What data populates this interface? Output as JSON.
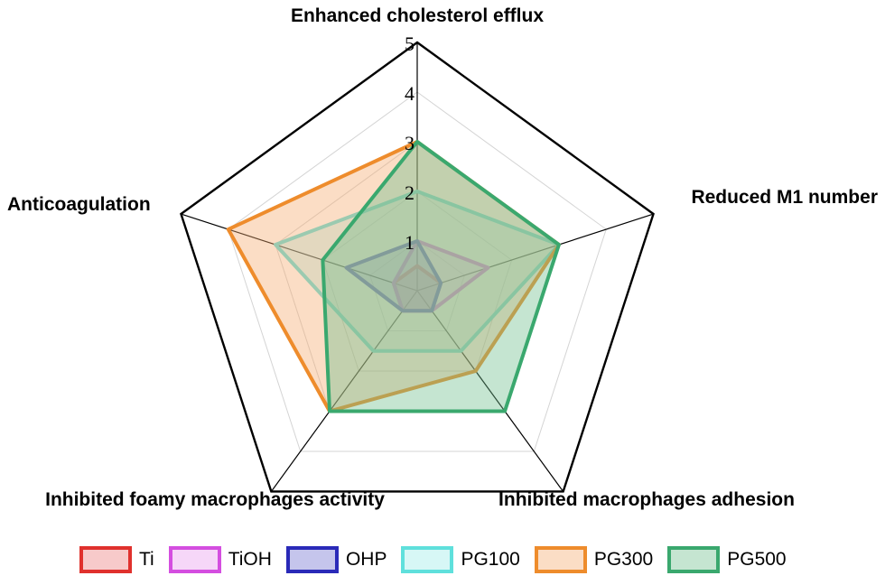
{
  "chart_data": {
    "type": "radar",
    "axes": [
      "Enhanced cholesterol efflux",
      "Reduced M1 number",
      "Inhibited macrophages adhesion",
      "Inhibited foamy macrophages activity",
      "Anticoagulation"
    ],
    "rmax": 5,
    "ticks": [
      "1",
      "2",
      "3",
      "4",
      "5"
    ],
    "series": [
      {
        "name": "Ti",
        "values": [
          0.5,
          0.5,
          0.5,
          0.5,
          0.5
        ],
        "color": "#e0312d",
        "fill": "rgba(232,104,104,0.35)"
      },
      {
        "name": "TiOH",
        "values": [
          1,
          1.5,
          0.5,
          0.5,
          0.5
        ],
        "color": "#d44ee0",
        "fill": "rgba(230,140,235,0.35)"
      },
      {
        "name": "OHP",
        "values": [
          1,
          0.5,
          0.5,
          0.5,
          1.5
        ],
        "color": "#2a2ab8",
        "fill": "rgba(90,90,200,0.35)"
      },
      {
        "name": "PG100",
        "values": [
          2,
          3,
          1.5,
          1.5,
          3
        ],
        "color": "#5fe0dc",
        "fill": "rgba(140,232,228,0.35)"
      },
      {
        "name": "PG300",
        "values": [
          3,
          3,
          2,
          3,
          4
        ],
        "color": "#ee8c2c",
        "fill": "rgba(245,170,110,0.40)"
      },
      {
        "name": "PG500",
        "values": [
          3,
          3,
          3,
          3,
          2
        ],
        "color": "#3aa86e",
        "fill": "rgba(110,190,140,0.40)"
      }
    ],
    "grid": true,
    "legend_position": "bottom"
  }
}
